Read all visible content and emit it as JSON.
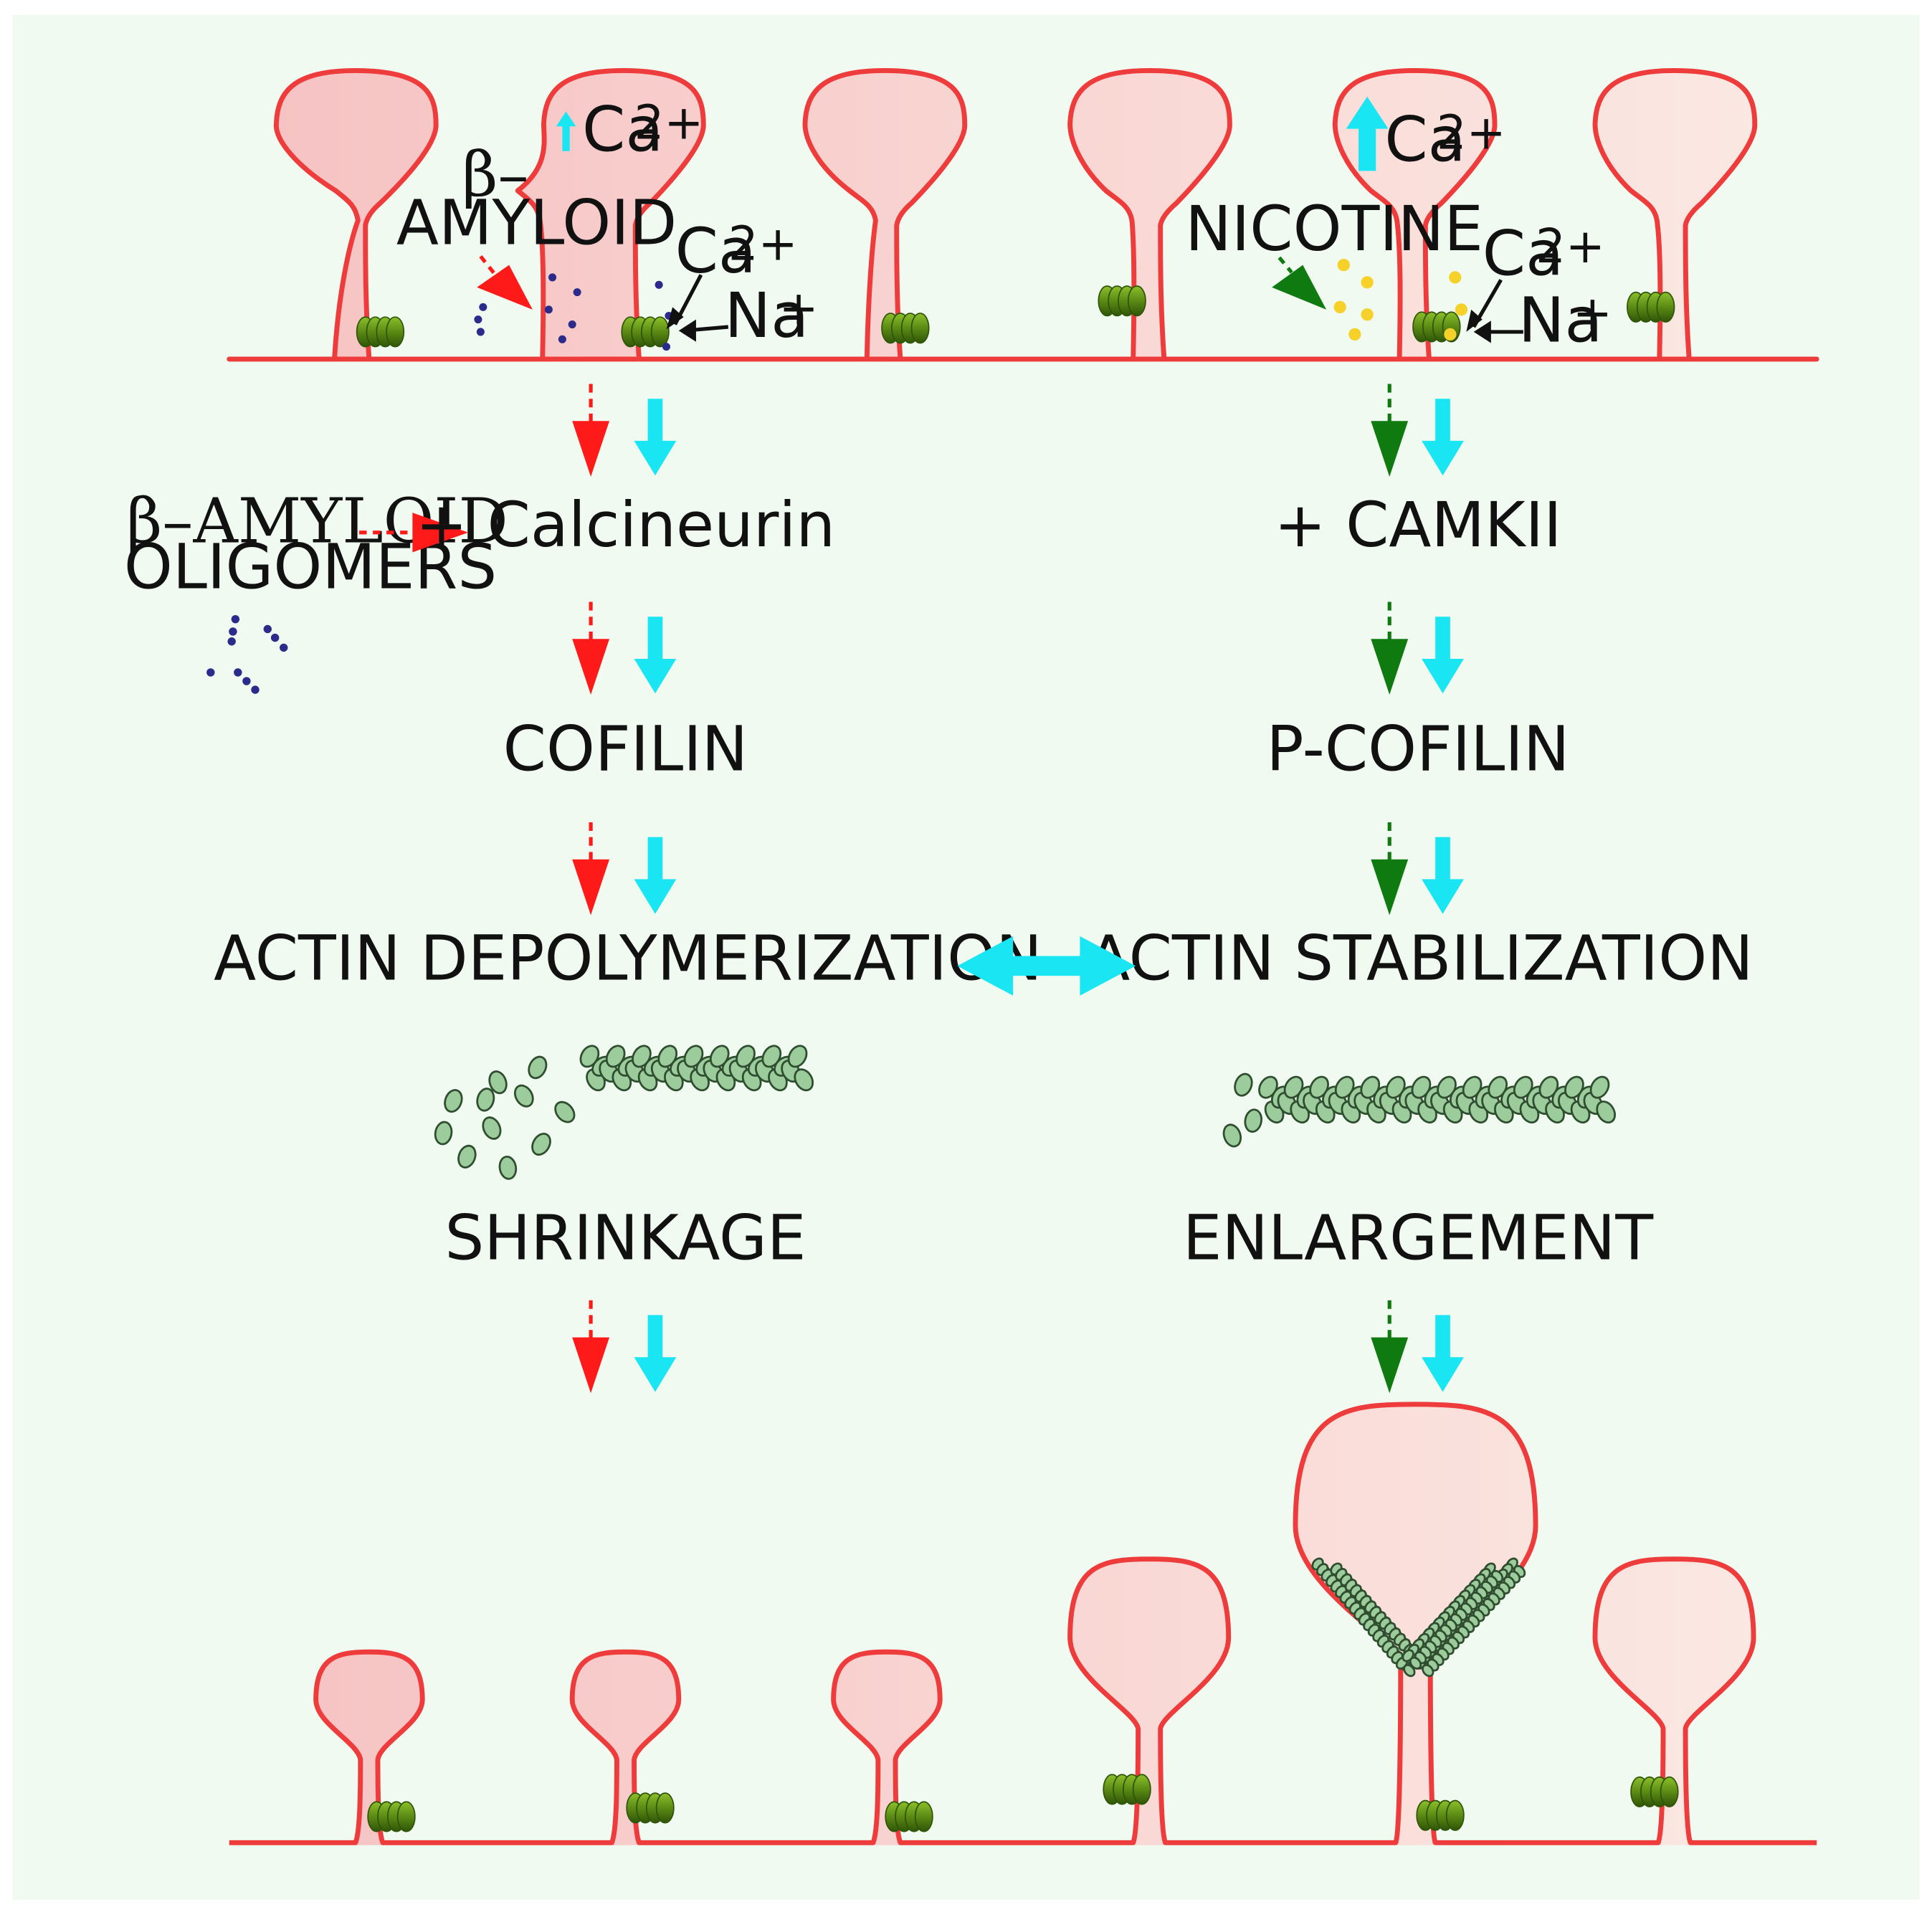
{
  "colors": {
    "background": "#f0faf0",
    "membrane": "#ee3b3b",
    "spine_fill_dark": "#f6c2c2",
    "spine_fill_light": "#fbe9e3",
    "amyloid_arrow": "#ff1a1a",
    "nicotine_arrow": "#0f7a0f",
    "calcium_arrow": "#19e6f2",
    "amyloid_dots": "#2b2b8c",
    "nicotine_dots": "#f5d12a",
    "receptor": "#5b8a14",
    "actin": "#9ccb9c"
  },
  "top": {
    "calcium_left": {
      "base": "Ca",
      "sup": "2+"
    },
    "calcium_right": {
      "base": "Ca",
      "sup": "2+"
    },
    "amyloid_label": {
      "beta": "β–",
      "word": "AMYLOID"
    },
    "nicotine_label": "NICOTINE",
    "influx_left": {
      "ca": "Ca",
      "ca_sup": "2+",
      "na": "Na",
      "na_sup": "+"
    },
    "influx_right": {
      "ca": "Ca",
      "ca_sup": "2+",
      "na": "Na",
      "na_sup": "+"
    }
  },
  "left_pathway": {
    "oligomers_line1": "β–AMYLOID",
    "oligomers_line2": "OLIGOMERS",
    "step1": "+ Calcineurin",
    "step2": "COFILIN",
    "step3": "ACTIN DEPOLYMERIZATION",
    "step4": "SHRINKAGE"
  },
  "right_pathway": {
    "step1": "+ CAMKII",
    "step2": "P-COFILIN",
    "step3": "ACTIN STABILIZATION",
    "step4": "ENLARGEMENT"
  },
  "icons": {
    "calcium_up": "up-arrow-icon",
    "pathway_down": "down-arrow-icon",
    "balance": "double-headed-arrow-icon",
    "receptor": "nicotinic-receptor-icon"
  }
}
